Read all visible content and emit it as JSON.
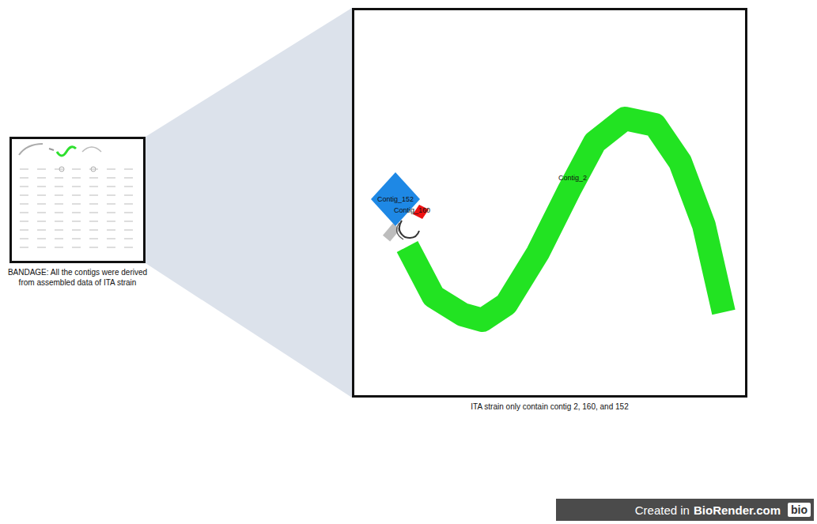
{
  "diagram": {
    "nodes": [
      {
        "text": [
          "BANDAGE: All the contigs were derived from assembled data of ITA strain"
        ]
      },
      {
        "text": [
          "ITA strain only contain contig 2, 160, and 152"
        ]
      },
      {
        "text": [
          "Contig_152"
        ],
        "in": 1
      },
      {
        "text": [
          "Contig_160"
        ],
        "in": 1
      },
      {
        "text": [
          "Contig_2"
        ],
        "in": 1
      }
    ],
    "labels": [
      "Created in",
      "BioRender.com",
      "bio"
    ]
  }
}
